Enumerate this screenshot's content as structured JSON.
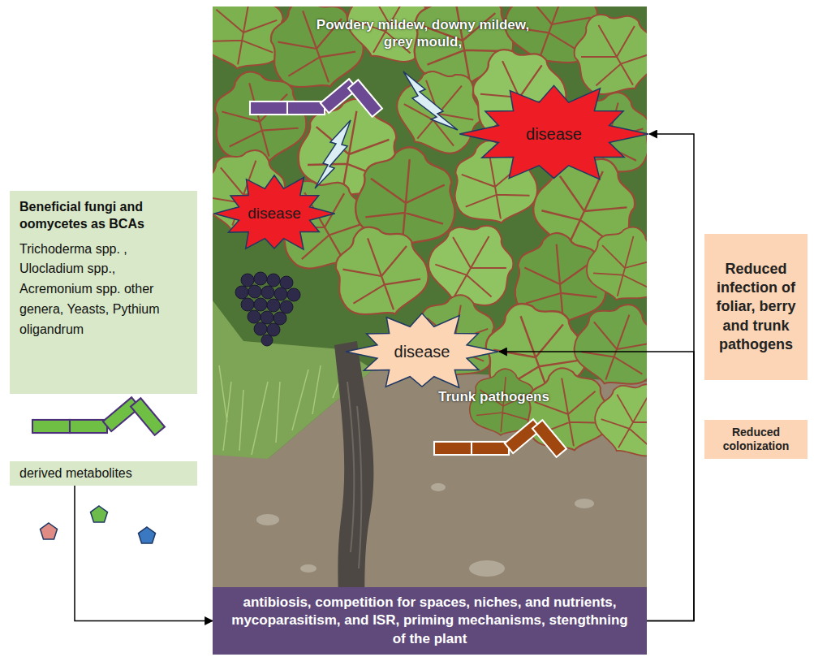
{
  "diagram": {
    "nodes": [
      {
        "text": [
          "Beneficial fungi and oomycetes as BCAs",
          "Trichoderma spp. , Ulocladium spp., Acremonium spp. other genera, Yeasts, Pythium oligandrum"
        ]
      },
      {
        "text": [
          "derived metabolites"
        ]
      },
      {
        "text": [
          "disease"
        ]
      },
      {
        "text": [
          "disease"
        ]
      },
      {
        "text": [
          "disease"
        ]
      },
      {
        "text": [
          "antibiosis, competition for spaces, niches, and nutrients, mycoparasitism, and ISR, priming mechanisms, stengthning of the plant"
        ]
      },
      {
        "text": [
          "Reduced infection of foliar, berry and trunk pathogens"
        ]
      },
      {
        "text": [
          "Reduced colonization"
        ]
      }
    ],
    "edges": [
      {
        "from": 1,
        "to": 5,
        "arrow": "to"
      },
      {
        "from": 5,
        "to": 2,
        "arrow": "to"
      },
      {
        "from": 5,
        "to": 4,
        "arrow": "to"
      }
    ],
    "labels": [
      "Powdery mildew, downy mildew, grey mould,",
      "Trunk pathogens"
    ]
  }
}
